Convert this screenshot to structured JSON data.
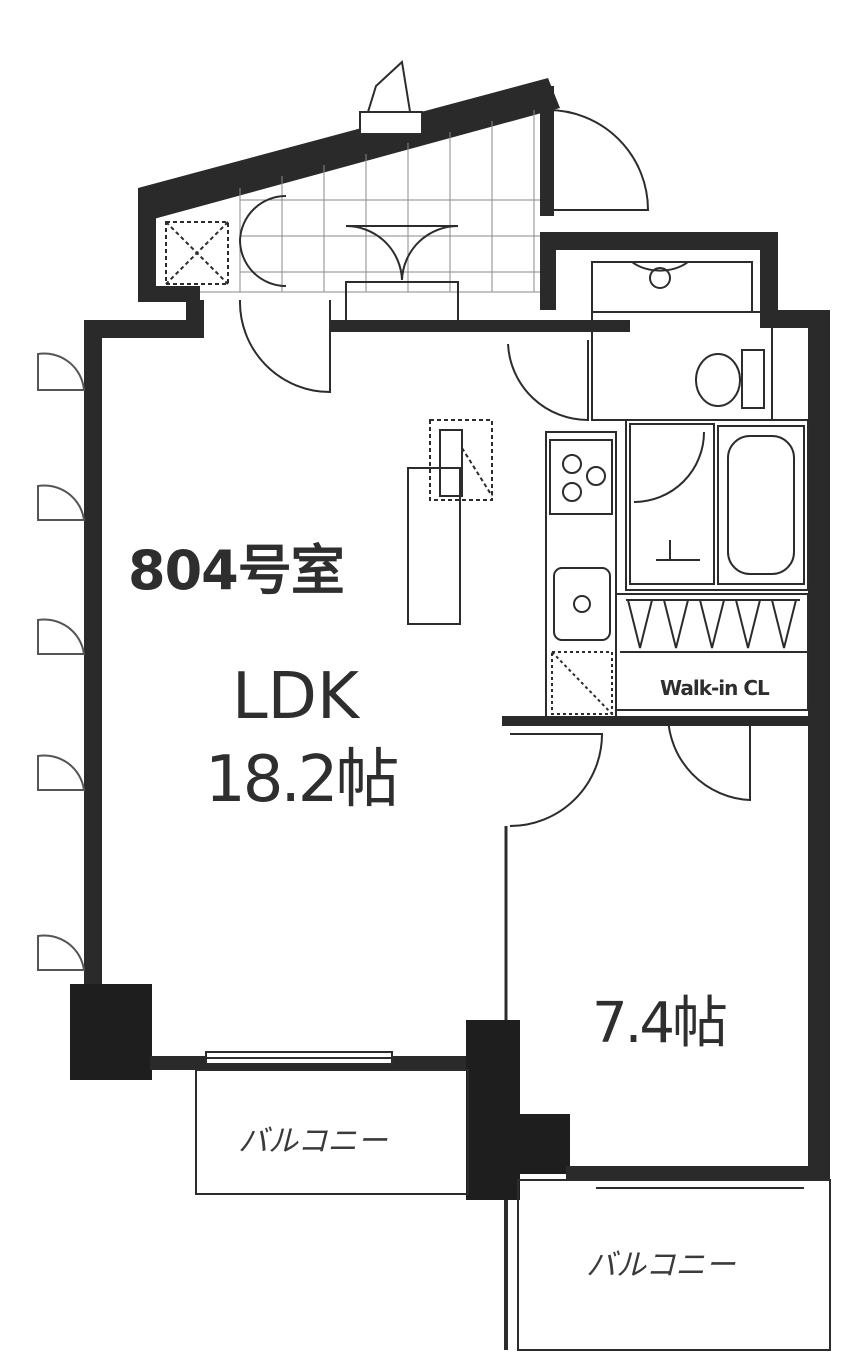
{
  "floor_plan": {
    "room_number": "804号室",
    "ldk": {
      "label": "LDK",
      "area": "18.2帖"
    },
    "bedroom": {
      "area": "7.4帖"
    },
    "closet": {
      "label": "Walk-in CL"
    },
    "balconies": [
      "バルコニー",
      "バルコニー"
    ]
  }
}
